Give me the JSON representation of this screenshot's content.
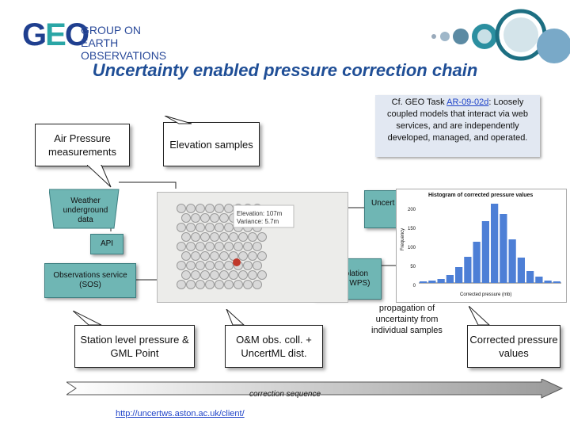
{
  "header": {
    "logo_letters_a": "G",
    "logo_letters_b": "E",
    "logo_letters_c": "O",
    "logo_line1": "GROUP ON",
    "logo_line2": "EARTH OBSERVATIONS",
    "title": "Uncertainty enabled pressure correction chain"
  },
  "note": {
    "prefix": "Cf. GEO Task ",
    "link": "AR-09-02d",
    "rest": ": Loosely coupled models that interact via web services, and are independently developed, managed, and operated."
  },
  "callouts": {
    "air_pressure": "Air Pressure measurements",
    "elevation": "Elevation samples",
    "station": "Station level pressure & GML Point",
    "om_line1": "O&M obs. coll. +",
    "om_line2": "UncertML dist.",
    "corrected": "Corrected pressure values"
  },
  "nodes": {
    "weather": "Weather underground data",
    "api": "API",
    "sos": "Observations service (SOS)",
    "interp_line1": "nterpolation",
    "interp_line2": "AMAP WPS)",
    "uncert": "Uncert"
  },
  "labels": {
    "propagation": "propagation of uncertainty from individual samples",
    "sequence": "correction sequence",
    "url": "http://uncertws.aston.ac.uk/client/"
  },
  "map_popup": {
    "elev_label": "Elevation:",
    "elev_value": "107m",
    "var_label": "Variance:",
    "var_value": "5.7m"
  },
  "histogram": {
    "title": "Histogram of corrected pressure values",
    "ylabel": "Frequency",
    "xlabel": "Corrected pressure (mb)",
    "yticks": [
      "200",
      "150",
      "100",
      "50",
      "0"
    ],
    "bars": [
      0.02,
      0.03,
      0.05,
      0.1,
      0.2,
      0.33,
      0.52,
      0.78,
      1.0,
      0.87,
      0.55,
      0.32,
      0.15,
      0.08,
      0.03,
      0.02
    ],
    "bar_color": "#4d7fd6"
  },
  "colors": {
    "teal": "#6fb6b4",
    "title": "#1f4e96",
    "note_bg": "#e2e8f2"
  }
}
